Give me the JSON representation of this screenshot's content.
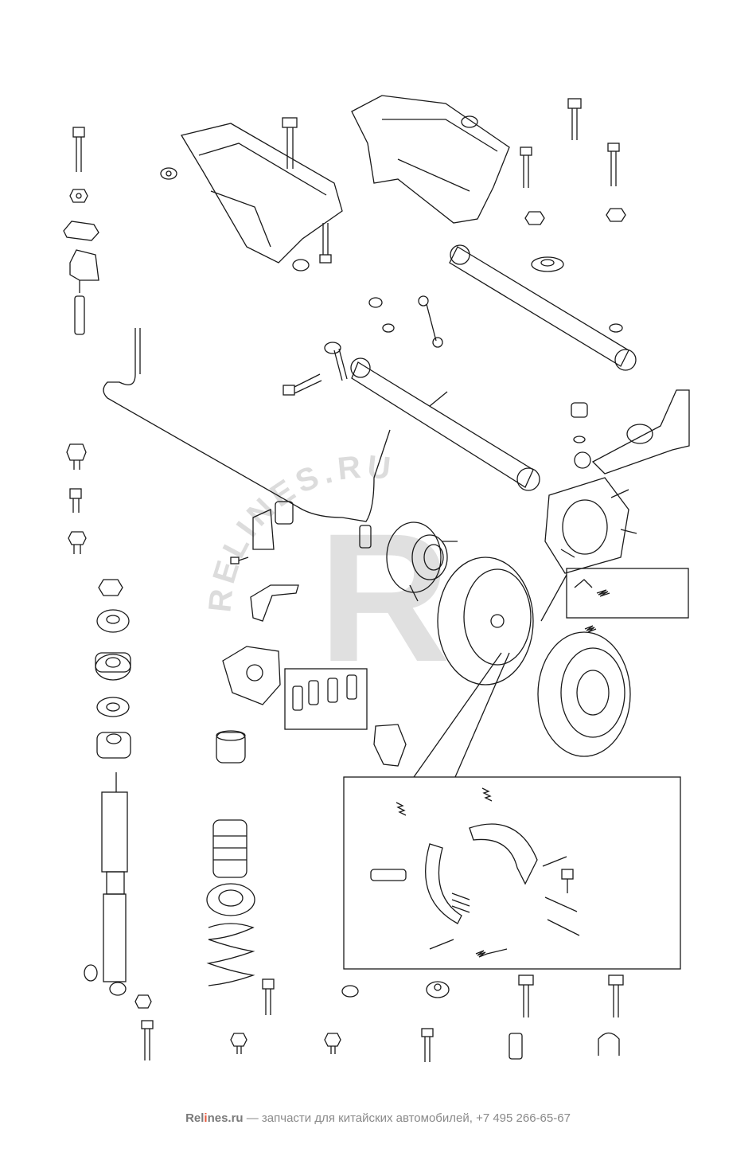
{
  "watermark": {
    "ring_text": "RELINES.RU",
    "letter": "R"
  },
  "footer": {
    "brand_prefix": "Rel",
    "brand_i": "i",
    "brand_suffix": "nes.ru",
    "text": " — запчасти для китайских автомобилей, +7 495 266-65-67"
  },
  "colors": {
    "line": "#1a1a1a",
    "watermark": "#d9d9d9",
    "accent": "#e8563a"
  }
}
